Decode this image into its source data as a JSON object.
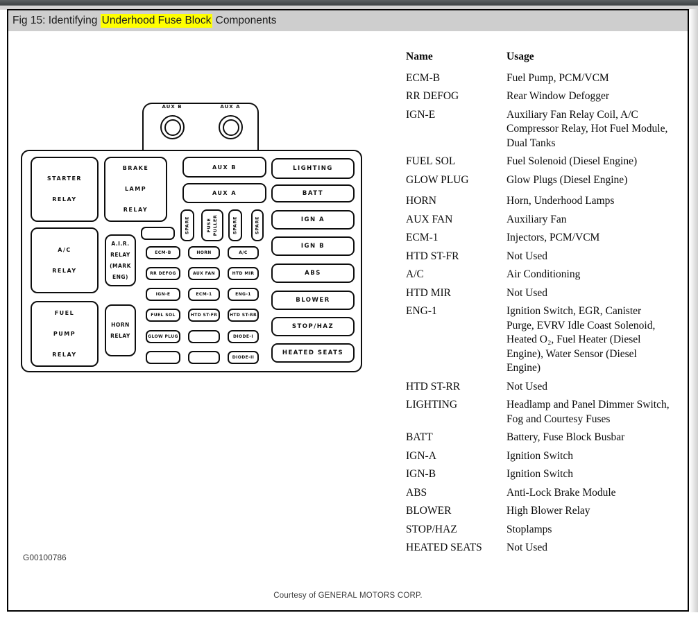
{
  "window": {
    "title_prefix": "Fig 15: Identifying ",
    "title_highlight": "Underhood Fuse Block",
    "title_suffix": " Components"
  },
  "colors": {
    "highlight": "#ffff00",
    "titlebar_bg": "#cecece",
    "topbar_bg": "#4a4f51",
    "diagram_line": "#0d0d0d"
  },
  "diagram": {
    "bolts": [
      {
        "label": "AUX B"
      },
      {
        "label": "AUX A"
      }
    ],
    "boxes": [
      {
        "name": "starter-relay",
        "label": "STARTER\nRELAY"
      },
      {
        "name": "brake-lamp-relay",
        "label": "BRAKE\nLAMP\nRELAY"
      },
      {
        "name": "ac-relay",
        "label": "A/C\nRELAY"
      },
      {
        "name": "air-relay",
        "label": "A.I.R.\nRELAY\n(MARK\nENG)"
      },
      {
        "name": "fuel-pump-relay",
        "label": "FUEL\nPUMP\nRELAY"
      },
      {
        "name": "horn-relay",
        "label": "HORN\nRELAY"
      },
      {
        "name": "blank-slot-a",
        "label": ""
      },
      {
        "name": "aux-b-fuse",
        "label": "AUX B"
      },
      {
        "name": "aux-a-fuse",
        "label": "AUX A"
      },
      {
        "name": "spare-fuse-1",
        "label": "SPARE"
      },
      {
        "name": "fuse-puller",
        "label": "FUSE\nPULLER"
      },
      {
        "name": "spare-fuse-2",
        "label": "SPARE"
      },
      {
        "name": "spare-fuse-3",
        "label": "SPARE"
      },
      {
        "name": "ecm-b-fuse",
        "label": "ECM-B"
      },
      {
        "name": "horn-fuse",
        "label": "HORN"
      },
      {
        "name": "ac-fuse",
        "label": "A/C"
      },
      {
        "name": "rr-defog-fuse",
        "label": "RR DEFOG"
      },
      {
        "name": "aux-fan-fuse",
        "label": "AUX FAN"
      },
      {
        "name": "htd-mir-fuse",
        "label": "HTD MIR"
      },
      {
        "name": "ign-e-fuse",
        "label": "IGN-E"
      },
      {
        "name": "ecm-1-fuse",
        "label": "ECM-1"
      },
      {
        "name": "eng-1-fuse",
        "label": "ENG-1"
      },
      {
        "name": "fuel-sol-fuse",
        "label": "FUEL SOL"
      },
      {
        "name": "htd-st-fr-fuse",
        "label": "HTD ST-FR"
      },
      {
        "name": "htd-st-rr-fuse",
        "label": "HTD ST-RR"
      },
      {
        "name": "glow-plug-fuse",
        "label": "GLOW PLUG"
      },
      {
        "name": "blank-slot-b",
        "label": ""
      },
      {
        "name": "diode-i-fuse",
        "label": "DIODE-I"
      },
      {
        "name": "blank-slot-c",
        "label": ""
      },
      {
        "name": "blank-slot-d",
        "label": ""
      },
      {
        "name": "diode-ii-fuse",
        "label": "DIODE-II"
      },
      {
        "name": "lighting-fuse",
        "label": "LIGHTING"
      },
      {
        "name": "batt-fuse",
        "label": "BATT"
      },
      {
        "name": "ign-a-fuse",
        "label": "IGN A"
      },
      {
        "name": "ign-b-fuse",
        "label": "IGN B"
      },
      {
        "name": "abs-fuse",
        "label": "ABS"
      },
      {
        "name": "blower-fuse",
        "label": "BLOWER"
      },
      {
        "name": "stop-haz-fuse",
        "label": "STOP/HAZ"
      },
      {
        "name": "heated-seats-fuse",
        "label": "HEATED SEATS"
      }
    ]
  },
  "table": {
    "headers": {
      "name": "Name",
      "usage": "Usage"
    },
    "rows": [
      {
        "name": "ECM-B",
        "usage": "Fuel Pump, PCM/VCM"
      },
      {
        "name": "RR DEFOG",
        "usage": "Rear Window Defogger"
      },
      {
        "name": "IGN-E",
        "usage": "Auxiliary Fan Relay Coil, A/C Compressor Relay, Hot Fuel Module, Dual Tanks"
      },
      {
        "name": "FUEL SOL",
        "usage": "Fuel Solenoid (Diesel Engine)"
      },
      {
        "name": "GLOW PLUG",
        "usage": "Glow Plugs (Diesel Engine)"
      },
      {
        "name": "HORN",
        "usage": "Horn, Underhood Lamps"
      },
      {
        "name": "AUX FAN",
        "usage": "Auxiliary Fan"
      },
      {
        "name": "ECM-1",
        "usage": "Injectors, PCM/VCM"
      },
      {
        "name": "HTD ST-FR",
        "usage": "Not Used"
      },
      {
        "name": "A/C",
        "usage": "Air Conditioning"
      },
      {
        "name": "HTD MIR",
        "usage": "Not Used"
      },
      {
        "name": "ENG-1",
        "usage": "Ignition Switch, EGR, Canister Purge, EVRV Idle Coast Solenoid, Heated O₂, Fuel Heater (Diesel Engine), Water Sensor (Diesel Engine)"
      },
      {
        "name": "HTD ST-RR",
        "usage": "Not Used"
      },
      {
        "name": "LIGHTING",
        "usage": "Headlamp and Panel Dimmer Switch, Fog and Courtesy Fuses"
      },
      {
        "name": "BATT",
        "usage": "Battery, Fuse Block Busbar"
      },
      {
        "name": "IGN-A",
        "usage": "Ignition Switch"
      },
      {
        "name": "IGN-B",
        "usage": "Ignition Switch"
      },
      {
        "name": "ABS",
        "usage": "Anti-Lock Brake Module"
      },
      {
        "name": "BLOWER",
        "usage": "High Blower Relay"
      },
      {
        "name": "STOP/HAZ",
        "usage": "Stoplamps"
      },
      {
        "name": "HEATED SEATS",
        "usage": "Not Used"
      }
    ]
  },
  "footer": {
    "figure_id": "G00100786",
    "courtesy": "Courtesy of GENERAL MOTORS CORP."
  }
}
